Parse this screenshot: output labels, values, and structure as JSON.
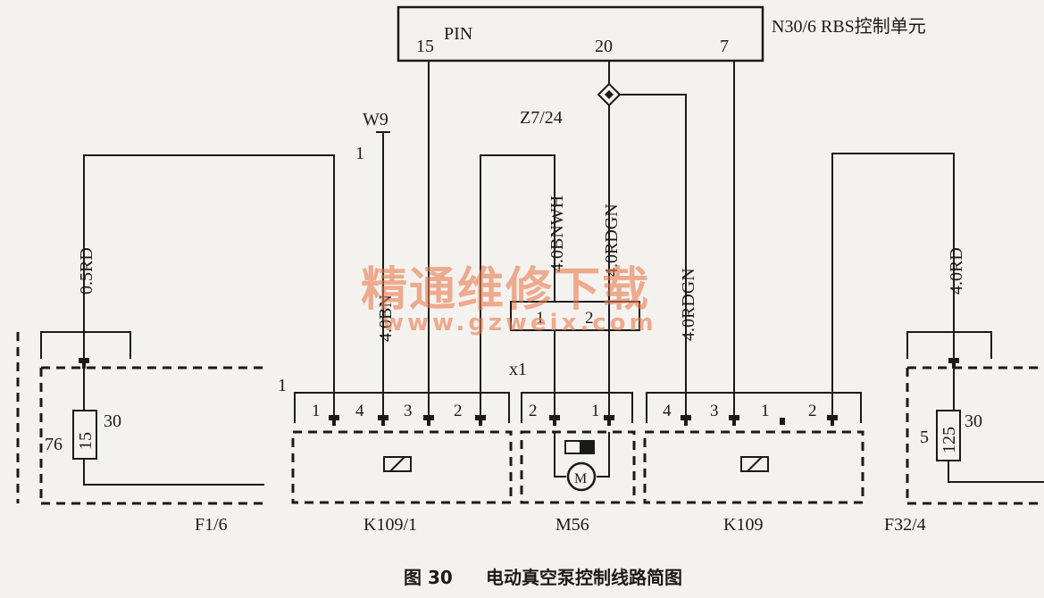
{
  "ecu": {
    "name": "N30/6 RBS控制单元",
    "pin_header": "PIN",
    "pins": [
      "15",
      "20",
      "7"
    ]
  },
  "splice": "Z7/24",
  "ground_point": {
    "name": "W9",
    "pin": "1"
  },
  "wires": {
    "f1": "0.5RD",
    "w9": "4.0BN",
    "bnwh": "4.0BNWH",
    "rdgn_20": "4.0RDGN",
    "rdgn": "4.0RDGN",
    "f32": "4.0RD"
  },
  "connector": {
    "name": "x1",
    "pins": [
      "1",
      "2"
    ]
  },
  "k109_1": {
    "name": "K109/1",
    "group_pin": "1",
    "pins": [
      "1",
      "4",
      "3",
      "2"
    ]
  },
  "m56": {
    "name": "M56",
    "pins": [
      "2",
      "1"
    ],
    "motor_symbol": "M"
  },
  "k109": {
    "name": "K109",
    "pins": [
      "4",
      "3",
      "1",
      "2"
    ]
  },
  "f1_6": {
    "name": "F1/6",
    "fuse": "15",
    "pin_left": "76",
    "pin_right": "30"
  },
  "f32_4": {
    "name": "F32/4",
    "fuse": "125",
    "pin_left": "5",
    "pin_right": "30"
  },
  "watermark": {
    "title": "精通维修下载",
    "url": "www.gzweix.com"
  },
  "caption": {
    "fig": "图 30",
    "text": "电动真空泵控制线路简图"
  }
}
